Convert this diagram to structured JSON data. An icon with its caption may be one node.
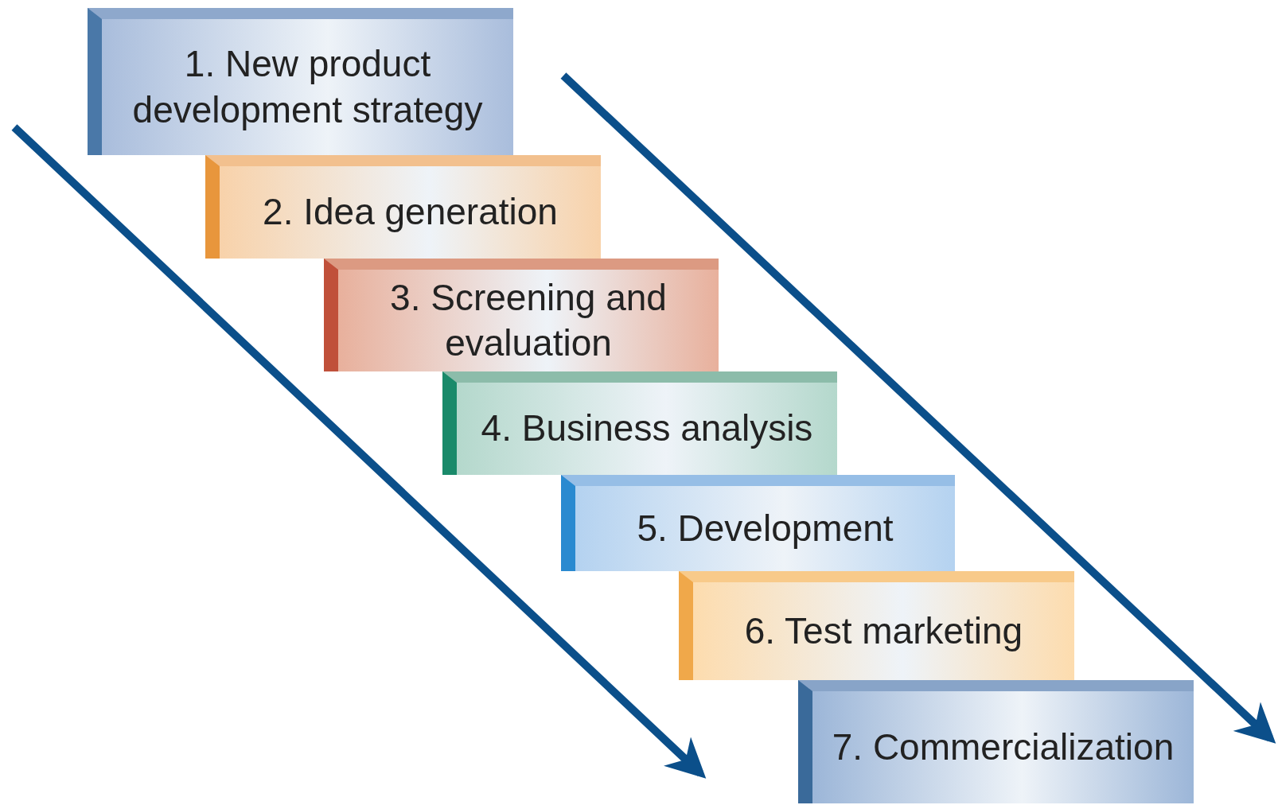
{
  "diagram": {
    "nodes": [
      {
        "text": [
          "1. New product development strategy"
        ]
      },
      {
        "text": [
          "2. Idea generation"
        ]
      },
      {
        "text": [
          "3. Screening and evaluation"
        ]
      },
      {
        "text": [
          "4. Business analysis"
        ]
      },
      {
        "text": [
          "5. Development"
        ]
      },
      {
        "text": [
          "6. Test marketing"
        ]
      },
      {
        "text": [
          "7. Commercialization"
        ]
      }
    ]
  }
}
